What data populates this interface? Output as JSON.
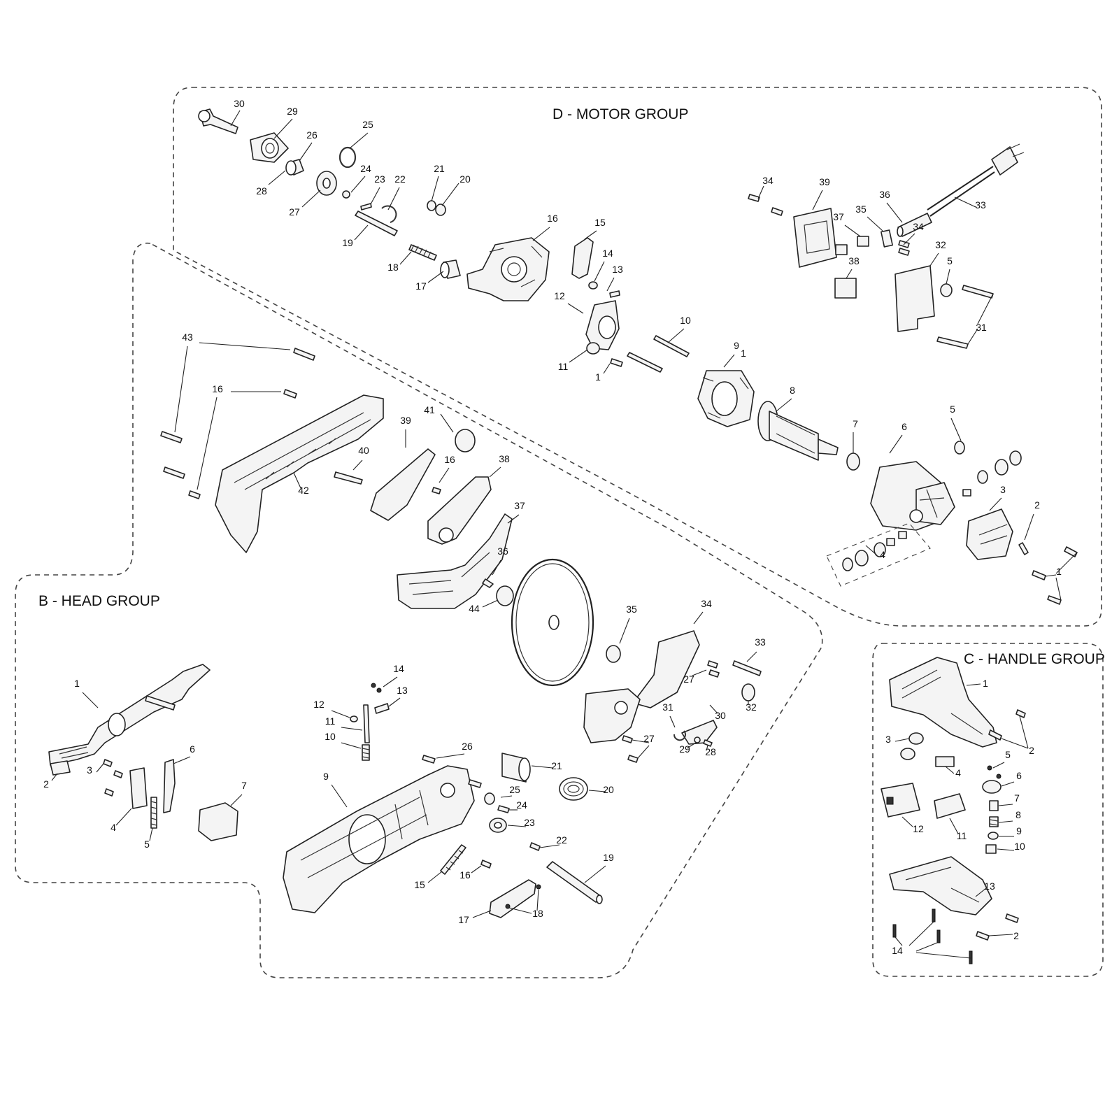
{
  "groups": {
    "motor": "D - MOTOR GROUP",
    "head": "B - HEAD GROUP",
    "handle": "C - HANDLE GROUP"
  },
  "callouts": {
    "motor": [
      "30",
      "29",
      "26",
      "25",
      "28",
      "27",
      "24",
      "23",
      "22",
      "21",
      "20",
      "19",
      "18",
      "17",
      "16",
      "15",
      "14",
      "13",
      "12",
      "11",
      "1",
      "10",
      "9",
      "8",
      "7",
      "6",
      "5",
      "4",
      "3",
      "2",
      "1",
      "1",
      "34",
      "39",
      "36",
      "33",
      "35",
      "37",
      "34",
      "32",
      "5",
      "38",
      "31"
    ],
    "head": [
      "43",
      "16",
      "42",
      "39",
      "41",
      "40",
      "16",
      "38",
      "37",
      "36",
      "44",
      "35",
      "34",
      "33",
      "27",
      "32",
      "31",
      "30",
      "29",
      "28",
      "27",
      "1",
      "2",
      "3",
      "4",
      "5",
      "6",
      "7",
      "14",
      "13",
      "12",
      "11",
      "10",
      "26",
      "9",
      "21",
      "20",
      "25",
      "24",
      "23",
      "22",
      "15",
      "16",
      "19",
      "17",
      "18"
    ],
    "handle": [
      "1",
      "2",
      "3",
      "5",
      "4",
      "6",
      "7",
      "8",
      "12",
      "11",
      "9",
      "10",
      "13",
      "2",
      "14"
    ]
  }
}
